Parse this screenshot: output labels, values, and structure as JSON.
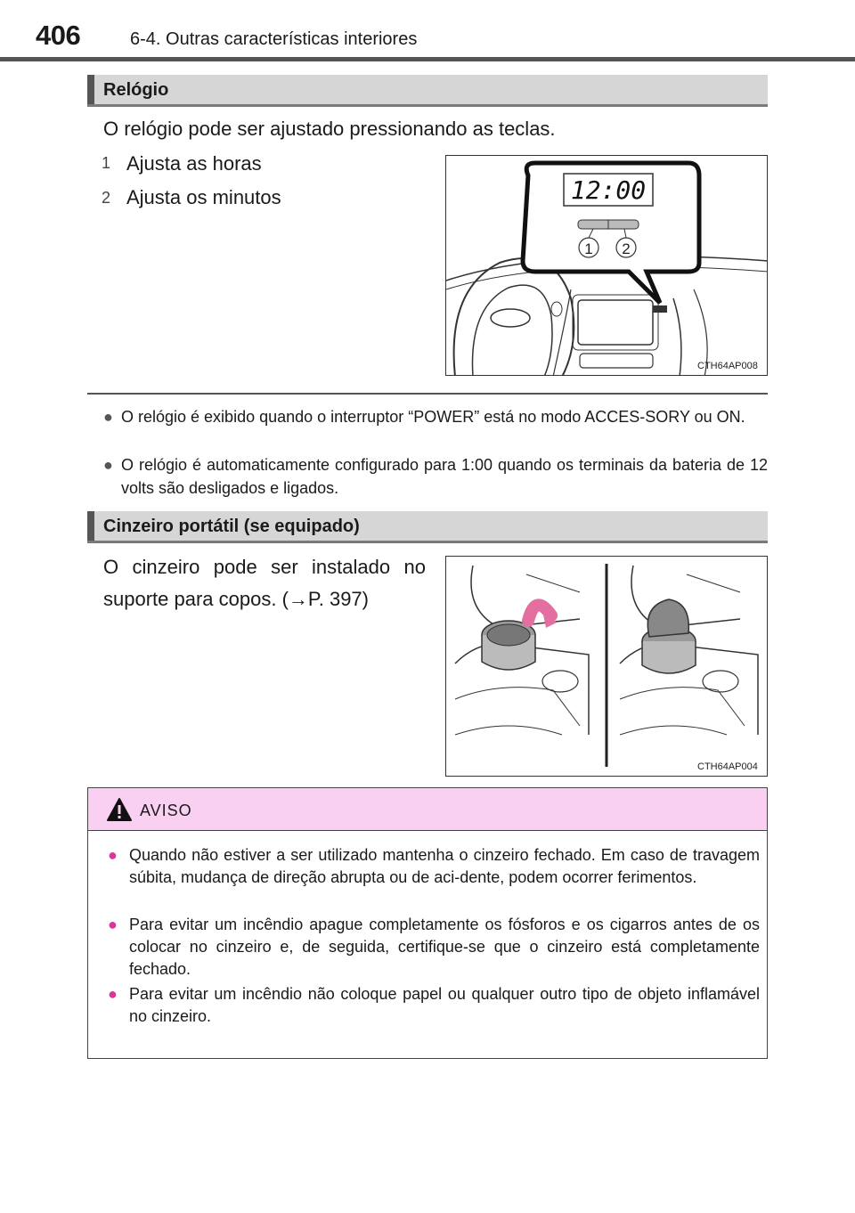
{
  "header": {
    "page_number": "406",
    "chapter": "6-4. Outras características interiores"
  },
  "clock": {
    "title": "Relógio",
    "intro": "O relógio pode ser ajustado pressionando as teclas.",
    "steps": [
      {
        "num": "1",
        "text": "Ajusta as horas"
      },
      {
        "num": "2",
        "text": "Ajusta os minutos"
      }
    ],
    "figure": {
      "display": "12:00",
      "callouts": [
        "1",
        "2"
      ],
      "code": "CTH64AP008"
    },
    "notes": [
      "O relógio é exibido quando o interruptor “POWER” está no modo ACCES-SORY ou ON.",
      "O relógio é automaticamente configurado para 1:00 quando os terminais da bateria de 12 volts são desligados e ligados."
    ]
  },
  "ashtray": {
    "title": "Cinzeiro portátil (se equipado)",
    "line1": "O cinzeiro pode ser instalado no",
    "line2": "suporte para copos. (→P. 397)",
    "figure": {
      "code": "CTH64AP004"
    }
  },
  "warning": {
    "title": "AVISO",
    "items": [
      "Quando não estiver a ser utilizado mantenha o cinzeiro fechado. Em caso de travagem súbita, mudança de direção abrupta ou de aci-dente, podem ocorrer ferimentos.",
      "Para evitar um incêndio apague completamente os fósforos e os cigarros antes de os colocar no cinzeiro e, de seguida, certifique-se que o cinzeiro está completamente fechado.",
      "Para evitar um incêndio não coloque papel ou qualquer outro tipo de objeto inflamável no cinzeiro."
    ]
  },
  "colors": {
    "section_bar": "#d6d6d6",
    "warning_header": "#f9cff2",
    "warning_bullet": "#e0349a",
    "rule": "#555555"
  }
}
